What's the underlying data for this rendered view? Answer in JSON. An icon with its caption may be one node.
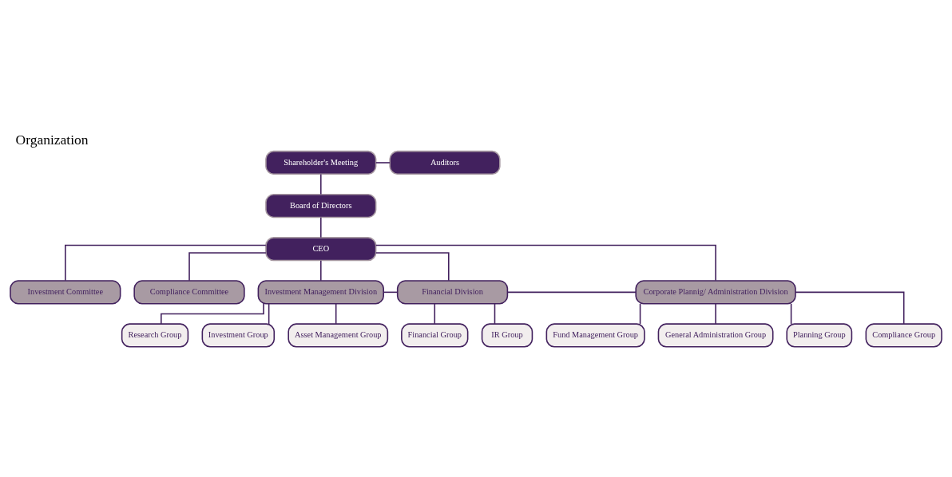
{
  "diagram": {
    "title": "Organization",
    "nodes": [
      {
        "text": [
          "Shareholder's Meeting"
        ]
      },
      {
        "text": [
          "Auditors"
        ]
      },
      {
        "text": [
          "Board of Directors"
        ]
      },
      {
        "text": [
          "CEO"
        ]
      },
      {
        "text": [
          "Investment Committee"
        ]
      },
      {
        "text": [
          "Compliance Committee"
        ]
      },
      {
        "text": [
          "Investment Management Division"
        ]
      },
      {
        "text": [
          "Financial Division"
        ]
      },
      {
        "text": [
          "Corporate Plannig/ Administration Division"
        ]
      },
      {
        "text": [
          "Research Group"
        ]
      },
      {
        "text": [
          "Investment Group"
        ]
      },
      {
        "text": [
          "Asset Management Group"
        ]
      },
      {
        "text": [
          "Financial Group"
        ]
      },
      {
        "text": [
          "IR Group"
        ]
      },
      {
        "text": [
          "Fund Management Group"
        ]
      },
      {
        "text": [
          "General Administration Group"
        ]
      },
      {
        "text": [
          "Planning Group"
        ]
      },
      {
        "text": [
          "Compliance Group"
        ]
      }
    ],
    "edges": [
      {
        "from": 0,
        "to": 1,
        "arrow": "none"
      },
      {
        "from": 0,
        "to": 2,
        "arrow": "none"
      },
      {
        "from": 2,
        "to": 3,
        "arrow": "none"
      },
      {
        "from": 3,
        "to": 4,
        "arrow": "none"
      },
      {
        "from": 3,
        "to": 5,
        "arrow": "none"
      },
      {
        "from": 3,
        "to": 6,
        "arrow": "none"
      },
      {
        "from": 3,
        "to": 7,
        "arrow": "none"
      },
      {
        "from": 3,
        "to": 8,
        "arrow": "none"
      },
      {
        "from": 6,
        "to": 7,
        "arrow": "none"
      },
      {
        "from": 7,
        "to": 8,
        "arrow": "none"
      },
      {
        "from": 6,
        "to": 9,
        "arrow": "none"
      },
      {
        "from": 6,
        "to": 10,
        "arrow": "none"
      },
      {
        "from": 6,
        "to": 11,
        "arrow": "none"
      },
      {
        "from": 7,
        "to": 12,
        "arrow": "none"
      },
      {
        "from": 7,
        "to": 13,
        "arrow": "none"
      },
      {
        "from": 8,
        "to": 14,
        "arrow": "none"
      },
      {
        "from": 8,
        "to": 15,
        "arrow": "none"
      },
      {
        "from": 8,
        "to": 16,
        "arrow": "none"
      },
      {
        "from": 8,
        "to": 17,
        "arrow": "none"
      }
    ]
  }
}
